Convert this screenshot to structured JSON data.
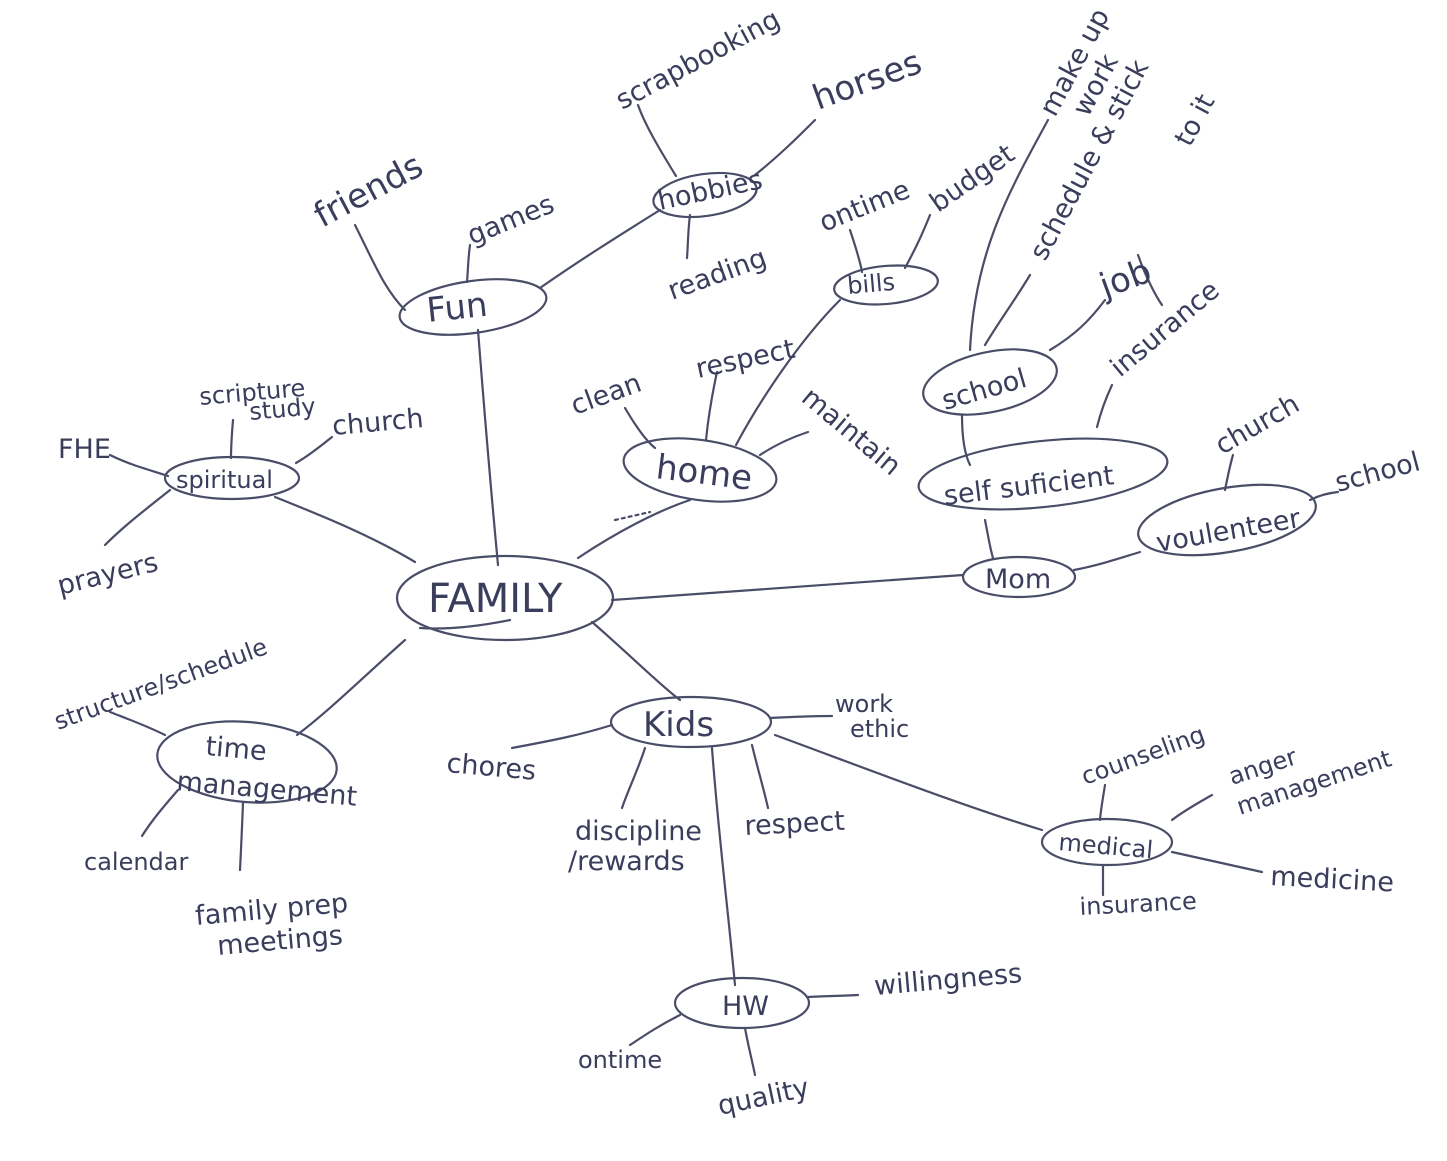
{
  "nodes": {
    "family": "FAMILY",
    "fun": "Fun",
    "friends": "friends",
    "games": "games",
    "hobbies": "hobbies",
    "scrapbooking": "scrapbooking",
    "horses": "horses",
    "reading": "reading",
    "spiritual": "spiritual",
    "fhe": "FHE",
    "scripture_study_1": "scripture",
    "scripture_study_2": "study",
    "church_spiritual": "church",
    "prayers": "prayers",
    "home": "home",
    "clean": "clean",
    "respect_home": "respect",
    "maintain": "maintain",
    "bills": "bills",
    "ontime_bills": "ontime",
    "budget": "budget",
    "school": "school",
    "make_up_work_1": "make up",
    "make_up_work_2": "work",
    "schedule_stick": "schedule & stick",
    "to_it": "to it",
    "job": "job",
    "insurance_mom": "insurance",
    "self_sufficient": "self suficient",
    "mom": "Mom",
    "volunteer": "voulenteer",
    "church_volunteer": "church",
    "school_volunteer": "school",
    "time_management_1": "time",
    "time_management_2": "management",
    "structure_schedule": "structure/schedule",
    "calendar": "calendar",
    "family_prep_1": "family prep",
    "family_prep_2": "meetings",
    "kids": "Kids",
    "chores": "chores",
    "work_ethic_1": "work",
    "work_ethic_2": "ethic",
    "discipline_1": "discipline",
    "discipline_2": "/rewards",
    "respect_kids": "respect",
    "hw": "HW",
    "willingness": "willingness",
    "ontime_hw": "ontime",
    "quality": "quality",
    "medical": "medical",
    "counseling": "counseling",
    "anger_management_1": "anger",
    "anger_management_2": "management",
    "medicine": "medicine",
    "insurance_medical": "insurance"
  },
  "colors": {
    "ink": "#3a3d5c",
    "line": "#4a4d68",
    "paper": "#ffffff"
  }
}
